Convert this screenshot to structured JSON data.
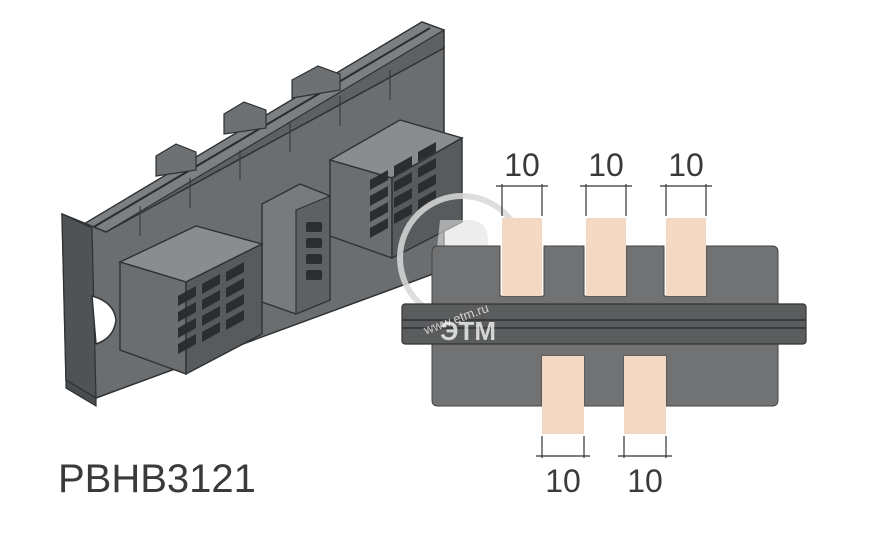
{
  "product": {
    "model_code": "PBHB3121"
  },
  "schematic": {
    "top_slots": [
      {
        "width_label": "10"
      },
      {
        "width_label": "10"
      },
      {
        "width_label": "10"
      }
    ],
    "bottom_slots": [
      {
        "width_label": "10"
      },
      {
        "width_label": "10"
      }
    ]
  },
  "watermark": {
    "brand": "ЭТМ",
    "url": "www.etm.ru"
  },
  "colors": {
    "housing_gray": "#6b6e70",
    "housing_dark": "#3b3d3f",
    "housing_light": "#8a8d8f",
    "busbar_fill": "#f3d9c3",
    "line_color": "#333333"
  }
}
